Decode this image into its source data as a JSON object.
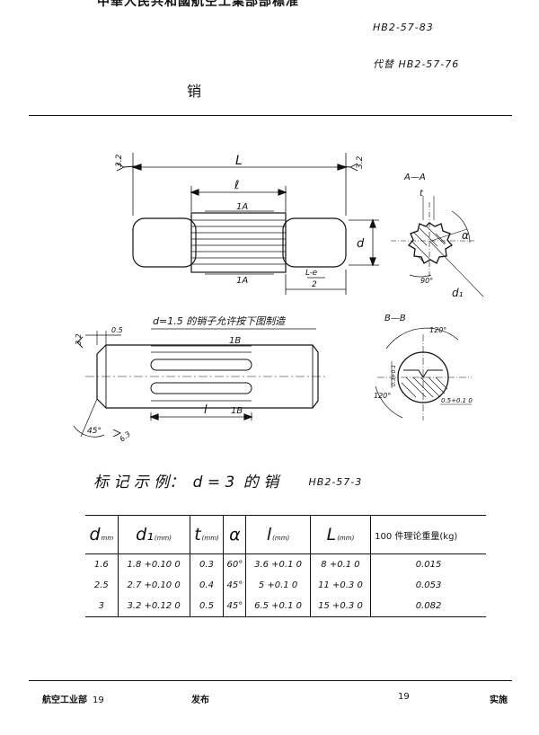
{
  "header": {
    "title": "中華人民共和國航空工業部部標准",
    "standard_no": "HB2-57-83",
    "replaces": "代替 HB2-57-76",
    "doc_title": "销"
  },
  "drawing": {
    "top_view": {
      "roughness_left": "3.2",
      "roughness_right": "3.2",
      "length_L": "L",
      "length_l": "ℓ",
      "section_mark_top": "1A",
      "section_mark_bottom": "1A",
      "diameter": "d",
      "offset_num": "L-e",
      "offset_den": "2"
    },
    "section_a": {
      "title": "A—A",
      "t_label": "t",
      "alpha_label": "α",
      "angle": "90°",
      "d1_label": "d₁"
    },
    "bottom_view": {
      "note": "d=1.5 的销子允许按下图制造",
      "chamfer": "0.5",
      "roughness_left": "3.2",
      "roughness_bottom": "6.3",
      "angle": "45°",
      "section_mark_top": "1B",
      "section_mark_bottom": "1B",
      "length_l": "l"
    },
    "section_b": {
      "title": "B—B",
      "angle_top": "120°",
      "angle_left": "120°",
      "dim_left": "0.3+0.1",
      "dim_right": "0.5+0.1 0"
    }
  },
  "example": {
    "prefix": "标 记 示 例：",
    "d_value": "d = 3",
    "suffix": "的 销",
    "code": "HB2-57-3"
  },
  "table": {
    "headers": [
      {
        "sym": "d",
        "unit": "mm"
      },
      {
        "sym": "d₁",
        "unit": "(mm)"
      },
      {
        "sym": "t",
        "unit": "(mm)"
      },
      {
        "sym": "α",
        "unit": ""
      },
      {
        "sym": "l",
        "unit": "(mm)"
      },
      {
        "sym": "L",
        "unit": "(mm)"
      },
      {
        "sym": "100 件理论重量(kg)",
        "unit": ""
      }
    ],
    "rows": [
      [
        "1.6",
        "1.8 +0.10 0",
        "0.3",
        "60°",
        "3.6 +0.1 0",
        "8 +0.1 0",
        "0.015"
      ],
      [
        "2.5",
        "2.7 +0.10 0",
        "0.4",
        "45°",
        "5 +0.1 0",
        "11 +0.3 0",
        "0.053"
      ],
      [
        "3",
        "3.2 +0.12 0",
        "0.5",
        "45°",
        "6.5 +0.1 0",
        "15 +0.3 0",
        "0.082"
      ]
    ]
  },
  "footer": {
    "left": "航空工业部",
    "left_num": "19",
    "middle": "发布",
    "date": "19",
    "right": "实施"
  }
}
